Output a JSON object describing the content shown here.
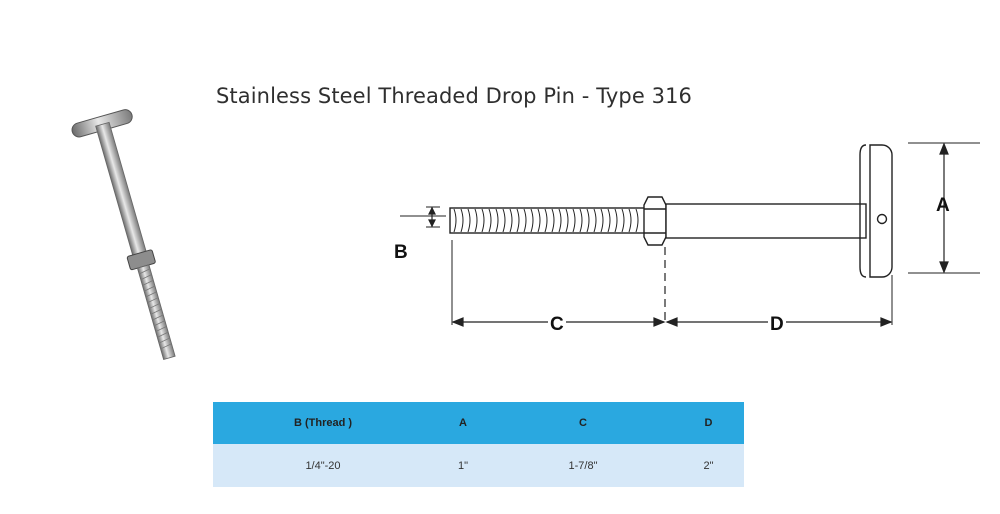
{
  "title": "Stainless Steel Threaded Drop Pin - Type 316",
  "diagram": {
    "label_a": "A",
    "label_b": "B",
    "label_c": "C",
    "label_d": "D"
  },
  "table": {
    "headers": [
      "B (Thread )",
      "A",
      "C",
      "D"
    ],
    "rows": [
      [
        "1/4\"-20",
        "1\"",
        "1-7/8\"",
        "2\""
      ]
    ]
  }
}
